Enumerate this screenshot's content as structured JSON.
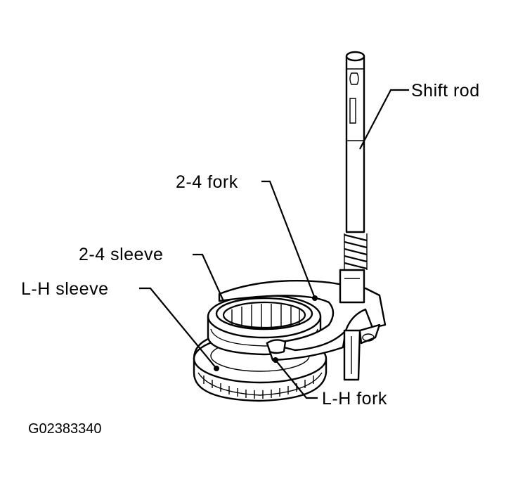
{
  "labels": {
    "shift_rod": "Shift rod",
    "fork_24": "2-4 fork",
    "sleeve_24": "2-4 sleeve",
    "sleeve_lh": "L-H sleeve",
    "fork_lh": "L-H fork"
  },
  "figure_code": "G02383340"
}
